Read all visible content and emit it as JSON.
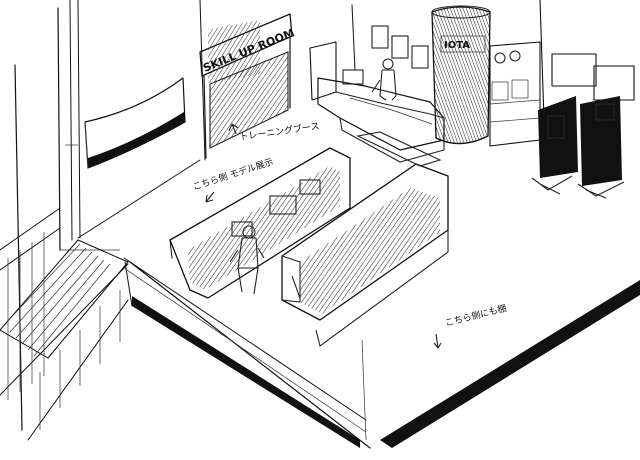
{
  "signs": {
    "skill_up_room": "SKILL UP ROOM",
    "kiosk_logo": "IOTA"
  },
  "annotations": {
    "training_space": "トレーニングブース",
    "model_display": "こちら側 モデル展示",
    "shelf_note": "こちら側にも棚"
  },
  "colors": {
    "ink": "#111111",
    "paper": "#ffffff",
    "shade": "#222222"
  }
}
